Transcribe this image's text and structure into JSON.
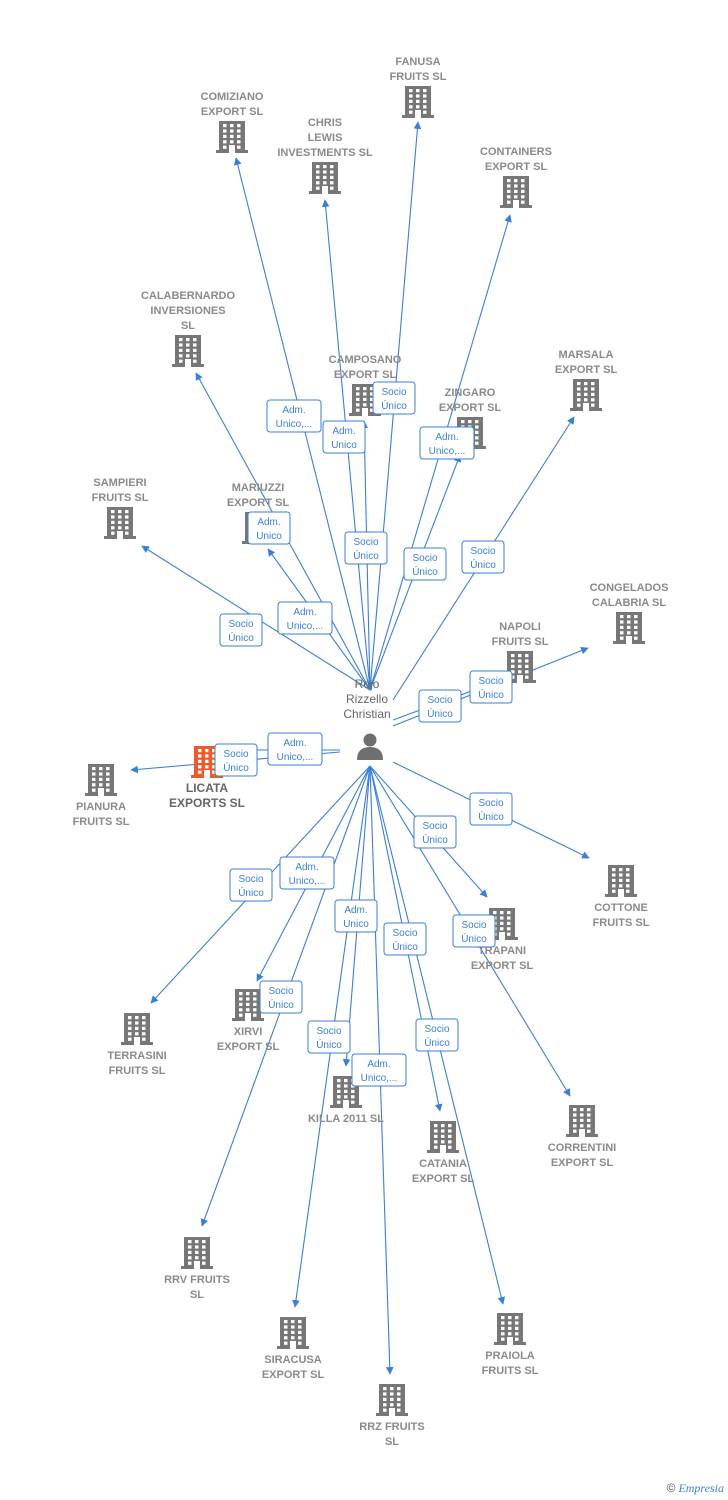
{
  "colors": {
    "edge": "#3a7fd5",
    "building": "#777777",
    "focus_building": "#ee5a2a",
    "person": "#6f6f6f"
  },
  "person": {
    "lines": [
      "Rojo",
      "Rizzello",
      "Christian"
    ],
    "icon": "person-icon"
  },
  "watermark": {
    "copyright": "©",
    "brand": "Empresia"
  },
  "companies": [
    {
      "id": "fanusa",
      "lines": [
        "FANUSA",
        "FRUITS  SL"
      ]
    },
    {
      "id": "comiziano",
      "lines": [
        "COMIZIANO",
        "EXPORT  SL"
      ]
    },
    {
      "id": "chris",
      "lines": [
        "CHRIS",
        "LEWIS",
        "INVESTMENTS  SL"
      ]
    },
    {
      "id": "containers",
      "lines": [
        "CONTAINERS",
        "EXPORT  SL"
      ]
    },
    {
      "id": "calabernardo",
      "lines": [
        "CALABERNARDO",
        "INVERSIONES",
        "SL"
      ]
    },
    {
      "id": "camposano",
      "lines": [
        "CAMPOSANO",
        "EXPORT  SL"
      ]
    },
    {
      "id": "marsala",
      "lines": [
        "MARSALA",
        "EXPORT  SL"
      ]
    },
    {
      "id": "zingaro",
      "lines": [
        "ZINGARO",
        "EXPORT  SL"
      ]
    },
    {
      "id": "sampieri",
      "lines": [
        "SAMPIERI",
        "FRUITS  SL"
      ]
    },
    {
      "id": "mariuzzi",
      "lines": [
        "MARIUZZI",
        "EXPORT  SL"
      ]
    },
    {
      "id": "congelados",
      "lines": [
        "CONGELADOS",
        "CALABRIA  SL"
      ]
    },
    {
      "id": "napoli",
      "lines": [
        "NAPOLI",
        "FRUITS  SL"
      ]
    },
    {
      "id": "licata",
      "lines": [
        "LICATA",
        "EXPORTS  SL"
      ],
      "focus": true
    },
    {
      "id": "pianura",
      "lines": [
        "PIANURA",
        "FRUITS  SL"
      ]
    },
    {
      "id": "cottone",
      "lines": [
        "COTTONE",
        "FRUITS  SL"
      ]
    },
    {
      "id": "trapani",
      "lines": [
        "TRAPANI",
        "EXPORT  SL"
      ]
    },
    {
      "id": "terrasini",
      "lines": [
        "TERRASINI",
        "FRUITS SL"
      ]
    },
    {
      "id": "xirvi",
      "lines": [
        "XIRVI",
        "EXPORT  SL"
      ]
    },
    {
      "id": "killa",
      "lines": [
        "KILLA 2011 SL"
      ]
    },
    {
      "id": "catania",
      "lines": [
        "CATANIA",
        "EXPORT  SL"
      ]
    },
    {
      "id": "correntini",
      "lines": [
        "CORRENTINI",
        "EXPORT  SL"
      ]
    },
    {
      "id": "rrv",
      "lines": [
        "RRV FRUITS",
        "SL"
      ]
    },
    {
      "id": "siracusa",
      "lines": [
        "SIRACUSA",
        "EXPORT  SL"
      ]
    },
    {
      "id": "praiola",
      "lines": [
        "PRAIOLA",
        "FRUITS  SL"
      ]
    },
    {
      "id": "rrz",
      "lines": [
        "RRZ FRUITS",
        "SL"
      ]
    }
  ],
  "roles": [
    {
      "target": "comiziano",
      "lines": [
        "Adm.",
        "Unico,..."
      ]
    },
    {
      "target": "chris",
      "lines": [
        "Adm.",
        "Unico"
      ]
    },
    {
      "target": "fanusa",
      "lines": [
        "Socio",
        "Único"
      ]
    },
    {
      "target": "containers",
      "lines": [
        "Adm.",
        "Unico,..."
      ]
    },
    {
      "target": "calabernardo",
      "lines": [
        "Adm.",
        "Unico"
      ]
    },
    {
      "target": "camposano",
      "lines": [
        "Socio",
        "Único"
      ]
    },
    {
      "target": "zingaro",
      "lines": [
        "Socio",
        "Único"
      ]
    },
    {
      "target": "marsala",
      "lines": [
        "Socio",
        "Único"
      ]
    },
    {
      "target": "sampieri",
      "lines": [
        "Socio",
        "Único"
      ]
    },
    {
      "target": "mariuzzi",
      "lines": [
        "Adm.",
        "Unico,..."
      ]
    },
    {
      "target": "congelados",
      "lines": [
        "Socio",
        "Único"
      ]
    },
    {
      "target": "napoli",
      "lines": [
        "Socio",
        "Único"
      ]
    },
    {
      "target": "licata",
      "lines": [
        "Adm.",
        "Unico,..."
      ]
    },
    {
      "target": "pianura",
      "lines": [
        "Socio",
        "Único"
      ]
    },
    {
      "target": "cottone",
      "lines": [
        "Socio",
        "Único"
      ]
    },
    {
      "target": "trapani",
      "lines": [
        "Socio",
        "Único"
      ]
    },
    {
      "target": "correntini",
      "lines": [
        "Socio",
        "Único"
      ]
    },
    {
      "target": "terrasini",
      "lines": [
        "Socio",
        "Único"
      ]
    },
    {
      "target": "xirvi",
      "lines": [
        "Adm.",
        "Unico,..."
      ]
    },
    {
      "target": "killa",
      "lines": [
        "Adm.",
        "Unico"
      ]
    },
    {
      "target": "catania",
      "lines": [
        "Socio",
        "Único"
      ]
    },
    {
      "target": "rrv",
      "lines": [
        "Socio",
        "Único"
      ]
    },
    {
      "target": "siracusa",
      "lines": [
        "Socio",
        "Único"
      ]
    },
    {
      "target": "praiola",
      "lines": [
        "Socio",
        "Único"
      ]
    },
    {
      "target": "rrz",
      "lines": [
        "Adm.",
        "Unico,..."
      ]
    }
  ]
}
